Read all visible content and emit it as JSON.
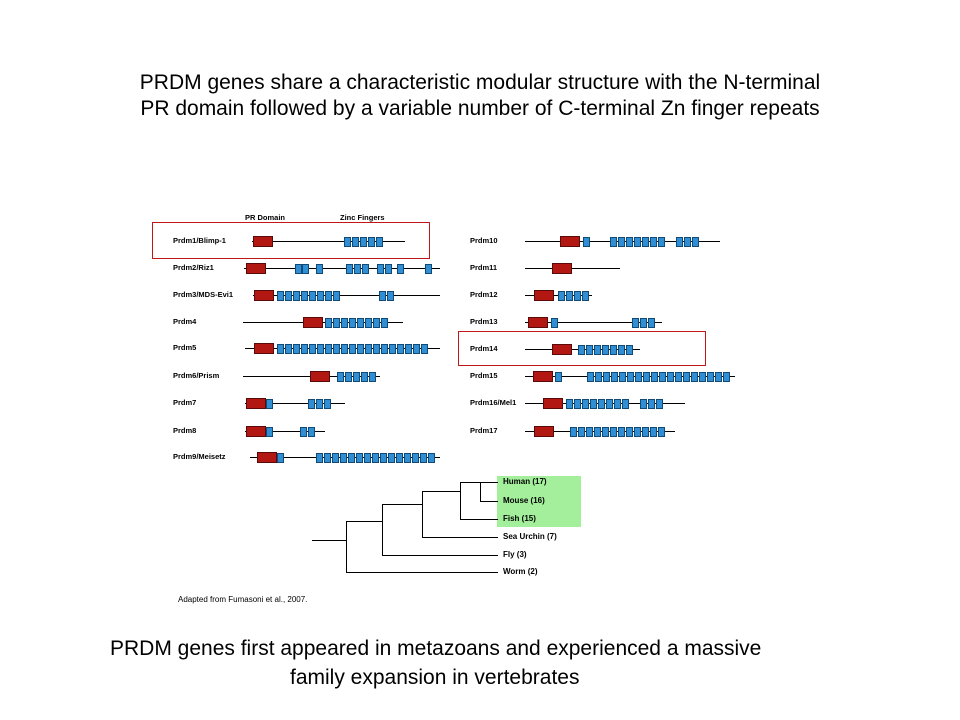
{
  "title": {
    "line1": "PRDM genes share a characteristic modular structure with the N-terminal",
    "line2": "PR domain followed by a variable number of C-terminal Zn finger repeats"
  },
  "diagram": {
    "header_pr": "PR Domain",
    "header_zf": "Zinc Fingers",
    "colors": {
      "pr_domain": "#b31712",
      "zinc_finger": "#2f8ed4",
      "highlight": "#c01818",
      "vertebrate_box": "#a3ef9b"
    },
    "genes_left": [
      {
        "label": "Prdm1/Blimp-1"
      },
      {
        "label": "Prdm2/Riz1"
      },
      {
        "label": "Prdm3/MDS-Evi1"
      },
      {
        "label": "Prdm4"
      },
      {
        "label": "Prdm5"
      },
      {
        "label": "Prdm6/Prism"
      },
      {
        "label": "Prdm7"
      },
      {
        "label": "Prdm8"
      },
      {
        "label": "Prdm9/Meisetz"
      }
    ],
    "genes_right": [
      {
        "label": "Prdm10"
      },
      {
        "label": "Prdm11"
      },
      {
        "label": "Prdm12"
      },
      {
        "label": "Prdm13"
      },
      {
        "label": "Prdm14"
      },
      {
        "label": "Prdm15"
      },
      {
        "label": "Prdm16/Mel1"
      },
      {
        "label": "Prdm17"
      }
    ]
  },
  "tree": {
    "taxa": [
      {
        "name": "Human (17)"
      },
      {
        "name": "Mouse (16)"
      },
      {
        "name": "Fish (15)"
      },
      {
        "name": "Sea Urchin (7)"
      },
      {
        "name": "Fly (3)"
      },
      {
        "name": "Worm (2)"
      }
    ]
  },
  "credit": "Adapted from Fumasoni et al., 2007.",
  "bottom": {
    "line1": "PRDM genes first appeared in metazoans and experienced a massive",
    "line2": "family expansion in vertebrates"
  }
}
